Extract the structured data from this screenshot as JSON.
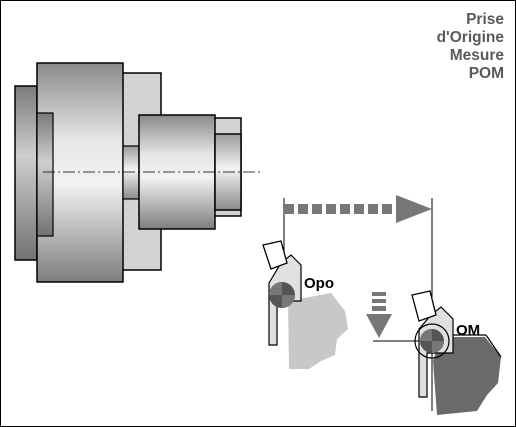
{
  "title_lines": [
    "Prise",
    "d'Origine",
    "Mesure",
    "POM"
  ],
  "label_opo": "Opo",
  "label_om": "OM",
  "icons": {
    "motion_arrow": "dashed-right-arrow",
    "approach_arrow": "dashed-down-arrow"
  }
}
